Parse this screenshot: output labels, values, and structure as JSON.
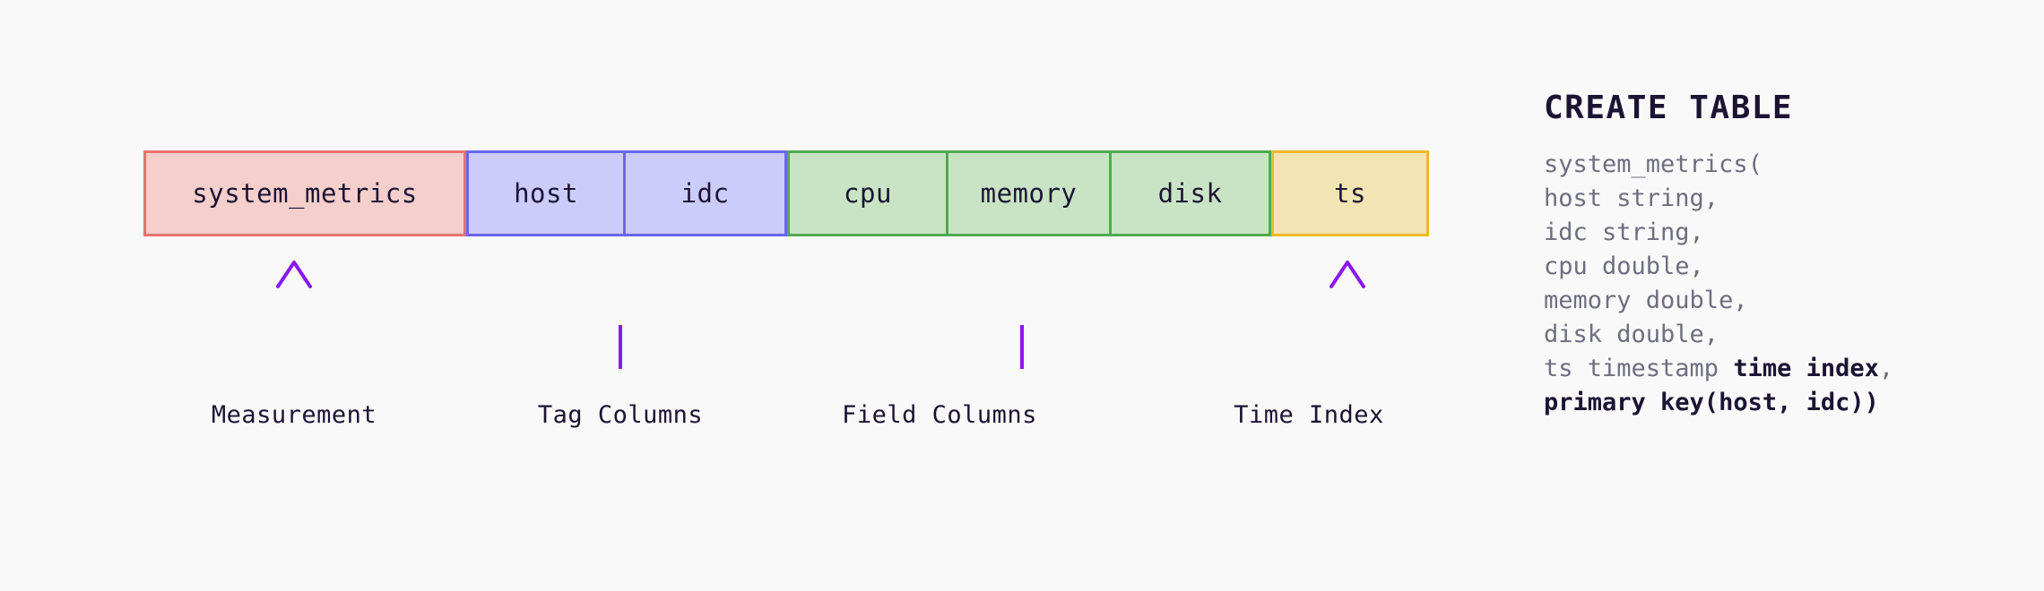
{
  "background_color": "#f9f9f9",
  "schema": {
    "cells": [
      {
        "id": "measurement",
        "text": "system_metrics",
        "group": "measurement",
        "fill": "#f4cfcb",
        "border": "#e8726a"
      },
      {
        "id": "host",
        "text": "host",
        "group": "tag",
        "fill": "#ccccfb",
        "border": "#6a66ef"
      },
      {
        "id": "idc",
        "text": "idc",
        "group": "tag",
        "fill": "#ccccfb",
        "border": "#6a66ef"
      },
      {
        "id": "cpu",
        "text": "cpu",
        "group": "field",
        "fill": "#c9e4c5",
        "border": "#4faa4f"
      },
      {
        "id": "memory",
        "text": "memory",
        "group": "field",
        "fill": "#c9e4c5",
        "border": "#4faa4f"
      },
      {
        "id": "disk",
        "text": "disk",
        "group": "field",
        "fill": "#c9e4c5",
        "border": "#4faa4f"
      },
      {
        "id": "ts",
        "text": "ts",
        "group": "time_index",
        "fill": "#f2e4b3",
        "border": "#efb927"
      }
    ]
  },
  "annotations": {
    "accent_color": "#8b18f0",
    "accent_color_light": "#d9a8f8",
    "labels": [
      {
        "id": "measurement",
        "text": "Measurement",
        "connector": "arrow"
      },
      {
        "id": "tag_columns",
        "text": "Tag Columns",
        "connector": "bracket"
      },
      {
        "id": "field_columns",
        "text": "Field Columns",
        "connector": "bracket"
      },
      {
        "id": "time_index",
        "text": "Time Index",
        "connector": "arrow"
      }
    ]
  },
  "sql": {
    "title": "CREATE TABLE",
    "lines": [
      {
        "segments": [
          {
            "text": "system_metrics(",
            "bold": false
          }
        ]
      },
      {
        "segments": [
          {
            "text": "host string,",
            "bold": false
          }
        ]
      },
      {
        "segments": [
          {
            "text": "idc string,",
            "bold": false
          }
        ]
      },
      {
        "segments": [
          {
            "text": "cpu double,",
            "bold": false
          }
        ]
      },
      {
        "segments": [
          {
            "text": "memory double,",
            "bold": false
          }
        ]
      },
      {
        "segments": [
          {
            "text": "disk double,",
            "bold": false
          }
        ]
      },
      {
        "segments": [
          {
            "text": "ts timestamp ",
            "bold": false
          },
          {
            "text": "time index",
            "bold": true
          },
          {
            "text": ",",
            "bold": false
          }
        ]
      },
      {
        "segments": [
          {
            "text": "primary key(host, idc))",
            "bold": true
          }
        ]
      }
    ]
  }
}
